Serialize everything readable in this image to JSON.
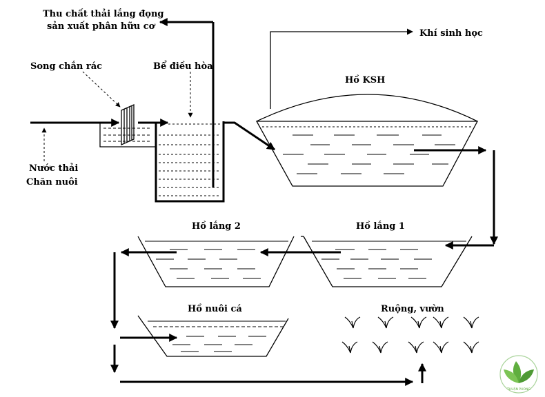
{
  "labels": {
    "sludge_line1": "Thu chất thải lắng đọng",
    "sludge_line2": "sản xuất phân hữu cơ",
    "biogas": "Khí sinh học",
    "screen": "Song chắn rác",
    "equalization": "Bể điều hòa",
    "biogas_pond": "Hồ KSH",
    "wastewater_line1": "Nước thải",
    "wastewater_line2": "Chăn nuôi",
    "settling_pond_2": "Hồ lắng 2",
    "settling_pond_1": "Hồ lắng 1",
    "fish_pond": "Hồ nuôi cá",
    "fields": "Ruộng, vườn"
  },
  "logo": {
    "text": "THUẬN PHONG",
    "color": "#5fae3e"
  },
  "colors": {
    "line": "#000000",
    "background": "#ffffff"
  }
}
